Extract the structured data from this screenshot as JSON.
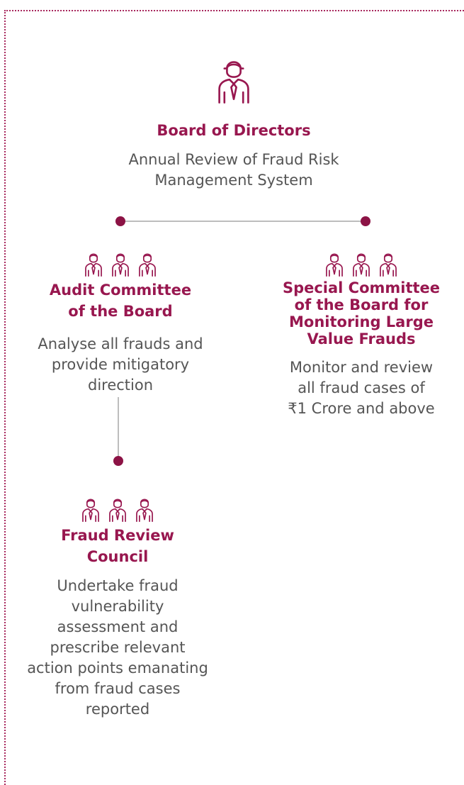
{
  "accent_color": "#98174f",
  "text_color": "#555555",
  "connector_color": "#bdbdbd",
  "icon": "person-with-tie-icon",
  "board": {
    "title": "Board of Directors",
    "desc_lines": [
      "Annual Review of Fraud Risk",
      "Management System"
    ]
  },
  "audit": {
    "title_lines": [
      "Audit Committee",
      "of the Board"
    ],
    "desc_lines": [
      "Analyse all frauds and",
      "provide mitigatory",
      "direction"
    ]
  },
  "special": {
    "title_lines": [
      "Special Committee",
      "of the Board for",
      "Monitoring Large",
      "Value Frauds"
    ],
    "desc_lines": [
      "Monitor and review",
      "all fraud cases of",
      "₹1 Crore and above"
    ]
  },
  "council": {
    "title_lines": [
      "Fraud Review",
      "Council"
    ],
    "desc_lines": [
      "Undertake fraud",
      "vulnerability",
      "assessment and",
      "prescribe relevant",
      "action points emanating",
      "from fraud cases",
      "reported"
    ]
  }
}
